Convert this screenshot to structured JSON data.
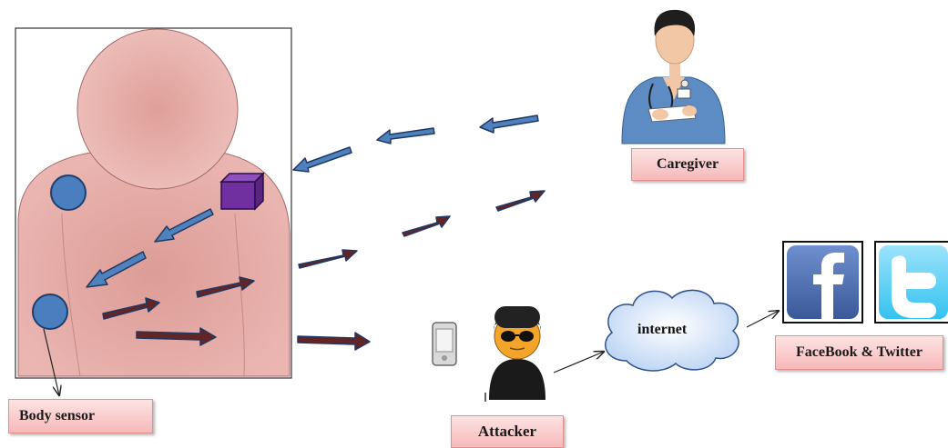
{
  "labels": {
    "body_sensor": "Body sensor",
    "caregiver": "Caregiver",
    "attacker": "Attacker",
    "internet": "internet",
    "social": "FaceBook & Twitter"
  },
  "icons": {
    "facebook": "facebook-logo-icon",
    "twitter": "twitter-logo-icon",
    "phone": "smartphone-icon",
    "caregiver": "nurse-icon",
    "attacker": "hacker-icon"
  },
  "colors": {
    "blue_arrow": "#4f81bd",
    "dark_arrow": "#632523",
    "body": "#e5aaa6",
    "sensor": "#4a7ebf",
    "hub": "#7030a0",
    "label_fill": "#f6b9b9"
  }
}
